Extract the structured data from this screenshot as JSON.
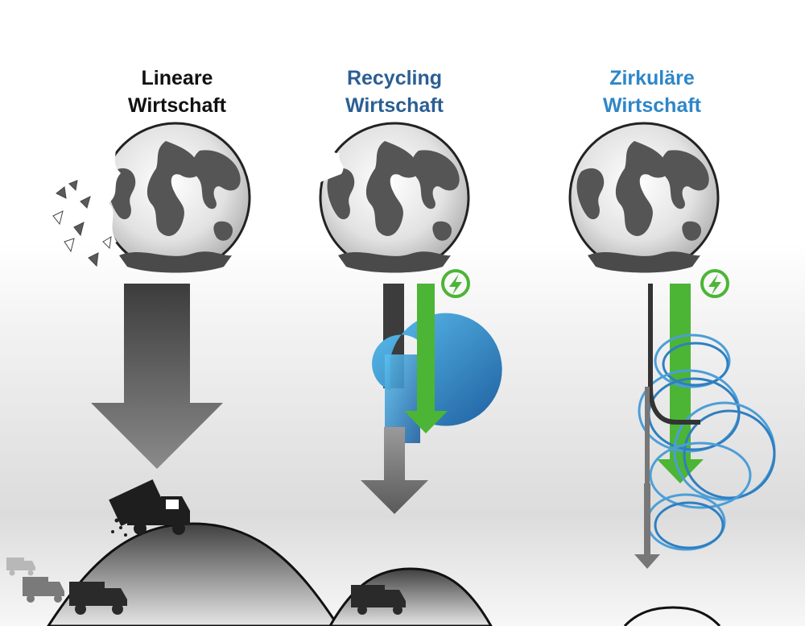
{
  "columns": [
    {
      "title_line1": "Lineare",
      "title_line2": "Wirtschaft",
      "title_color": "#111111"
    },
    {
      "title_line1": "Recycling",
      "title_line2": "Wirtschaft",
      "title_color": "#2b5f93"
    },
    {
      "title_line1": "Zirkuläre",
      "title_line2": "Wirtschaft",
      "title_color": "#2e86c8"
    }
  ],
  "colors": {
    "flow_dark": "#5b5b5b",
    "energy_green": "#4cb535",
    "recycle_blue": "#2b8fd0",
    "circular_blue": "#4b9ed8",
    "landfill": "#4a4a4a"
  },
  "icons": [
    "globe-icon",
    "energy-icon",
    "garbage-truck-icon",
    "recycling-loop-icon"
  ]
}
